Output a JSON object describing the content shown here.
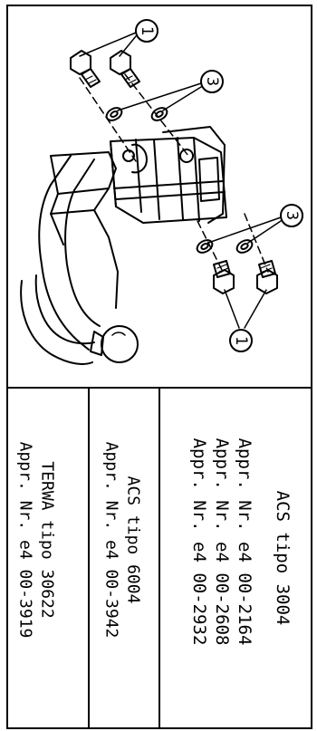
{
  "drawing": {
    "callouts": [
      {
        "id": "bolt-top",
        "label": "1"
      },
      {
        "id": "washer-top",
        "label": "3"
      },
      {
        "id": "washer-bottom",
        "label": "3"
      },
      {
        "id": "bolt-bottom",
        "label": "1"
      }
    ]
  },
  "approvals": {
    "acs3004": {
      "title": "ACS tipo 3004",
      "lines": [
        "Appr. Nr. e4 00-2164",
        "Appr. Nr. e4 00-2608",
        "Appr. Nr. e4 00-2932"
      ]
    },
    "acs6004": {
      "title": "ACS tipo 6004",
      "lines": [
        "Appr. Nr. e4 00-3942"
      ]
    },
    "terwa": {
      "title": "TERWA tipo 30622",
      "lines": [
        "Appr. Nr. e4 00-3919"
      ]
    }
  }
}
